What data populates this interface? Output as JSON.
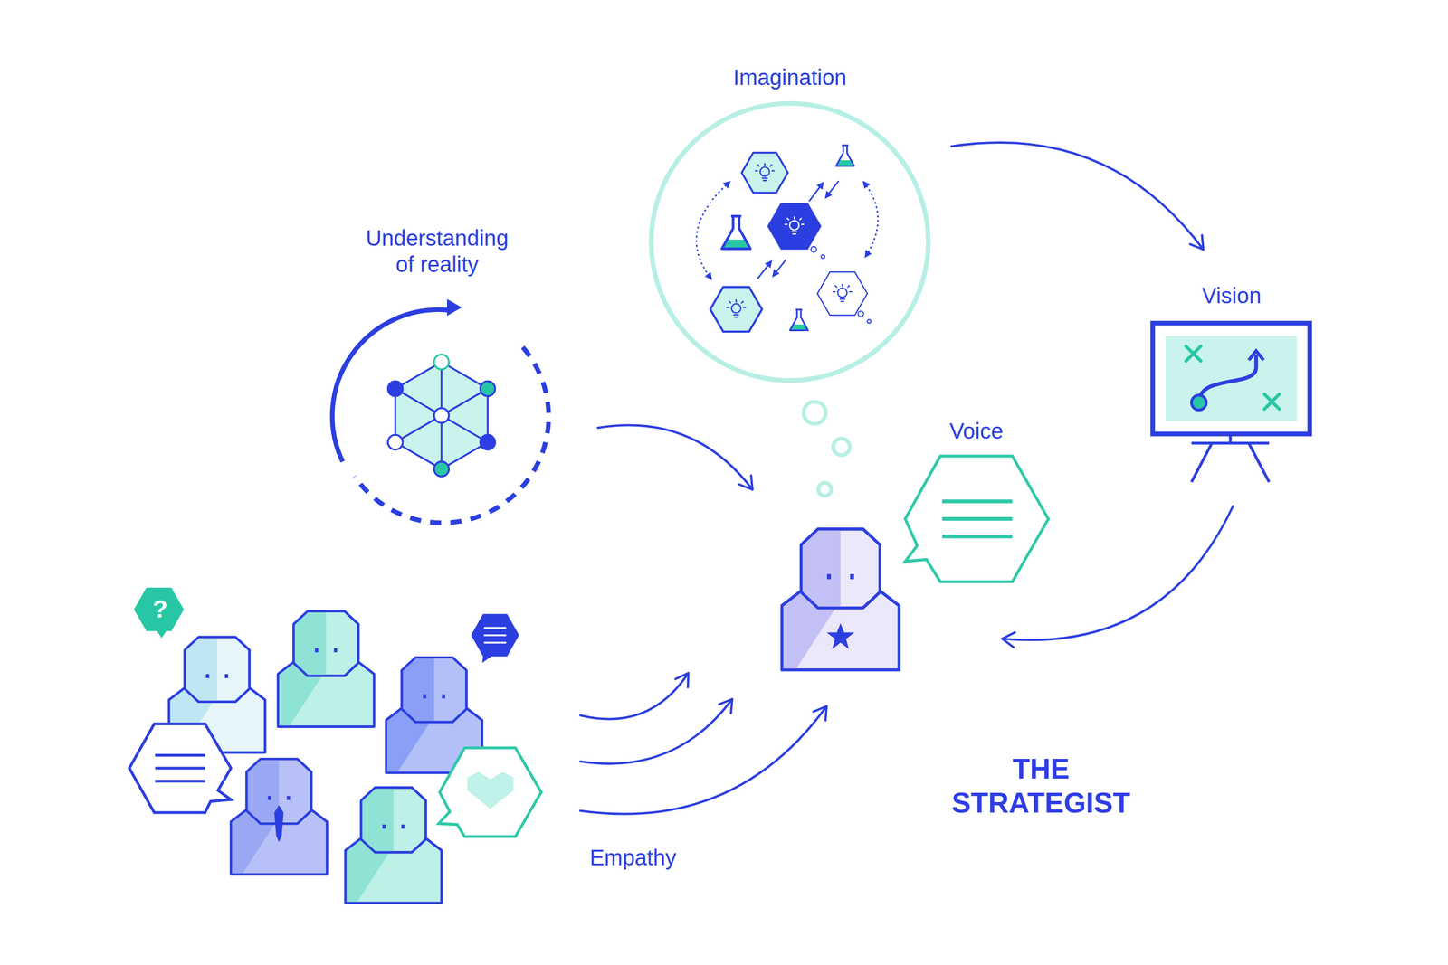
{
  "diagram": {
    "nodes": [
      {
        "text": [
          "Imagination"
        ]
      },
      {
        "text": [
          "Understanding of reality"
        ]
      },
      {
        "text": [
          "Vision"
        ]
      },
      {
        "text": [
          "Voice"
        ]
      },
      {
        "text": [
          "THE STRATEGIST"
        ]
      },
      {
        "text": [
          "Empathy"
        ]
      }
    ],
    "edges": [
      {
        "from": 1,
        "to": 4,
        "arrow": "to"
      },
      {
        "from": 0,
        "to": 2,
        "arrow": "to"
      },
      {
        "from": 2,
        "to": 4,
        "arrow": "to"
      },
      {
        "from": 5,
        "to": 4,
        "arrow": "to"
      },
      {
        "from": 5,
        "to": 4,
        "arrow": "to"
      },
      {
        "from": 5,
        "to": 4,
        "arrow": "to"
      }
    ],
    "labels": [
      "?"
    ]
  }
}
